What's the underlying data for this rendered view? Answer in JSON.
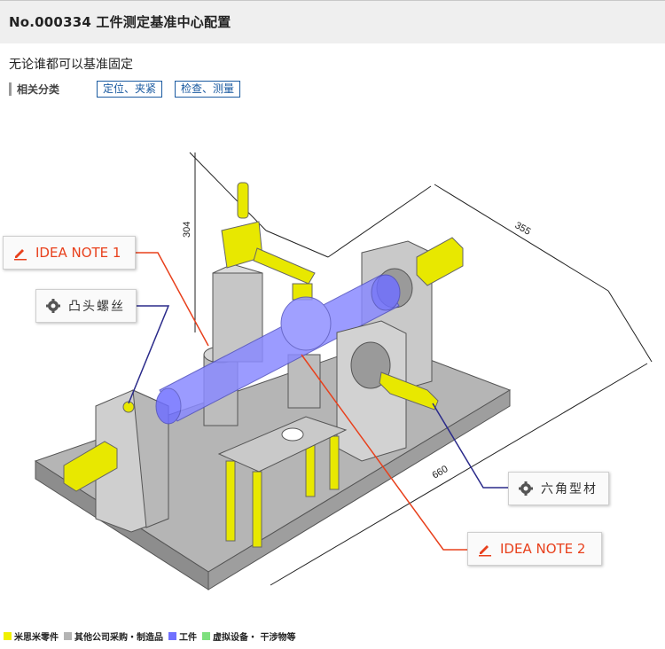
{
  "header": {
    "title": "No.000334 工件测定基准中心配置"
  },
  "subtitle": "无论谁都可以基准固定",
  "category": {
    "label": "相关分类",
    "tags": [
      "定位、夹紧",
      "检查、测量"
    ]
  },
  "figure": {
    "dimensions": {
      "height": "304",
      "depth": "355",
      "length": "660"
    },
    "callouts": {
      "idea_note_1": "IDEA NOTE 1",
      "idea_note_2": "IDEA NOTE 2",
      "convex_screw": "凸头螺丝",
      "hex_bar": "六角型材"
    },
    "colors": {
      "accent_red": "#e8401c",
      "leader_blue": "#2a2a8a",
      "misumi_yellow": "#f0f000",
      "workpiece_blue": "#7070ff"
    }
  },
  "legend": [
    {
      "label": "米思米零件",
      "color": "#f0f000"
    },
    {
      "label": "其他公司采购・制造品",
      "color": "#b4b4b4"
    },
    {
      "label": "工件",
      "color": "#7070ff"
    },
    {
      "label": "虚拟设备・ 干涉物等",
      "color": "#7ee07e"
    }
  ]
}
